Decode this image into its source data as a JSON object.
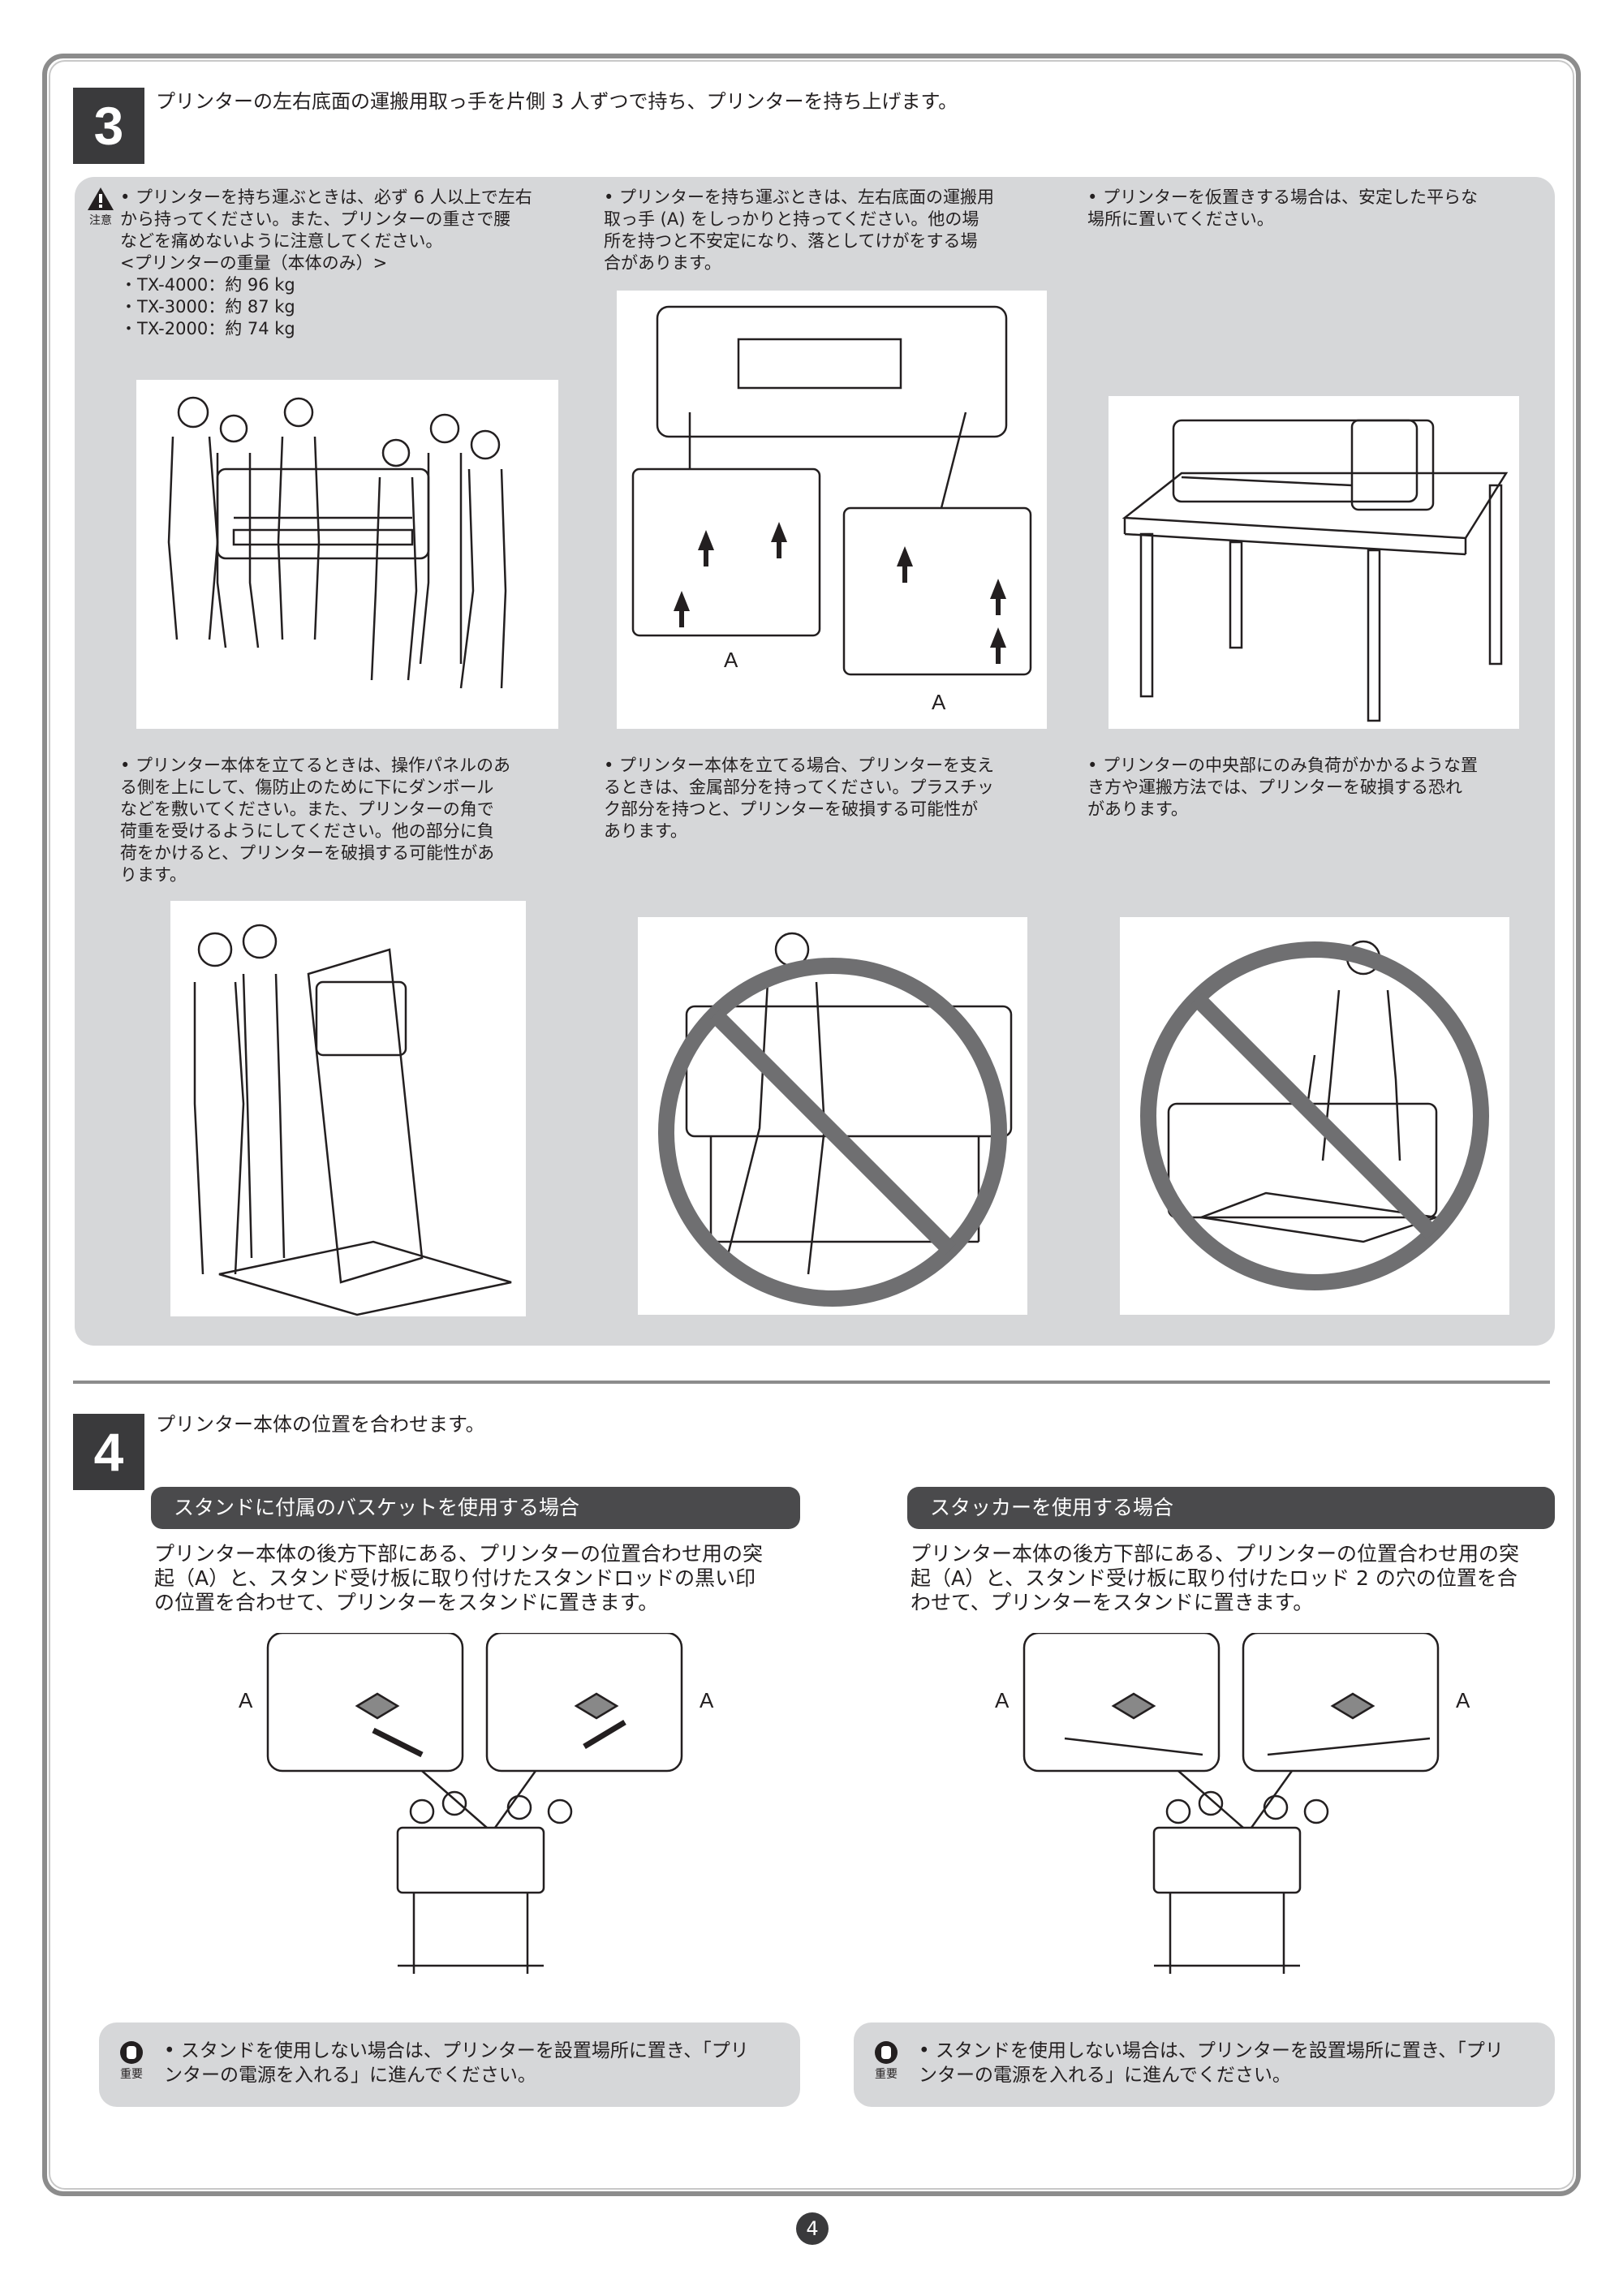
{
  "step3": {
    "number": "3",
    "instruction": "プリンターの左右底面の運搬用取っ手を片側 3 人ずつで持ち、プリンターを持ち上げます。",
    "caution_label": "注意",
    "notes": {
      "n1": "• プリンターを持ち運ぶときは、必ず 6 人以上で左右\n  から持ってください。また、プリンターの重さで腰\n  などを痛めないように注意してください。\n  <プリンターの重量（本体のみ）>\n  ・TX-4000：約 96 kg\n  ・TX-3000：約 87 kg\n  ・TX-2000：約 74 kg",
      "n2": "• プリンターを持ち運ぶときは、左右底面の運搬用\n  取っ手 (A) をしっかりと持ってください。他の場\n  所を持つと不安定になり、落としてけがをする場\n  合があります。",
      "n3": "• プリンターを仮置きする場合は、安定した平らな\n  場所に置いてください。",
      "n4": "• プリンター本体を立てるときは、操作パネルのあ\n  る側を上にして、傷防止のために下にダンボール\n  などを敷いてください。また、プリンターの角で\n  荷重を受けるようにしてください。他の部分に負\n  荷をかけると、プリンターを破損する可能性があ\n  ります。",
      "n5": "• プリンター本体を立てる場合、プリンターを支え\n  るときは、金属部分を持ってください。プラスチッ\n  ク部分を持つと、プリンターを破損する可能性が\n  あります。",
      "n6": "• プリンターの中央部にのみ負荷がかかるような置\n  き方や運搬方法では、プリンターを破損する恐れ\n  があります。"
    },
    "callout_a": "A"
  },
  "step4": {
    "number": "4",
    "instruction": "プリンター本体の位置を合わせます。",
    "left": {
      "heading": "スタンドに付属のバスケットを使用する場合",
      "body": "プリンター本体の後方下部にある、プリンターの位置合わせ用の突\n起（A）と、スタンド受け板に取り付けたスタンドロッドの黒い印\nの位置を合わせて、プリンターをスタンドに置きます。",
      "important_label": "重要",
      "important": "• スタンドを使用しない場合は、プリンターを設置場所に置き、「プリ\n  ンターの電源を入れる」に進んでください。"
    },
    "right": {
      "heading": "スタッカーを使用する場合",
      "body": "プリンター本体の後方下部にある、プリンターの位置合わせ用の突\n起（A）と、スタンド受け板に取り付けたロッド 2 の穴の位置を合\nわせて、プリンターをスタンドに置きます。",
      "important_label": "重要",
      "important": "• スタンドを使用しない場合は、プリンターを設置場所に置き、「プリ\n  ンターの電源を入れる」に進んでください。"
    },
    "callout_a": "A"
  },
  "page_number": "4"
}
